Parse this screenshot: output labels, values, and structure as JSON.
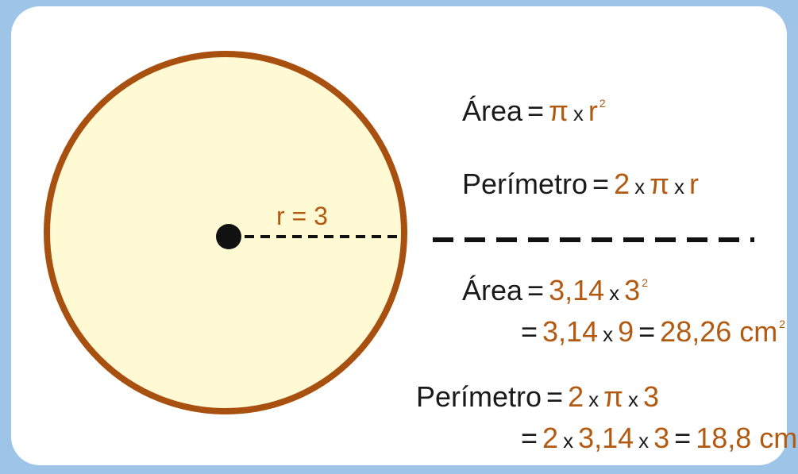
{
  "colors": {
    "background": "#9ec5e8",
    "card": "#ffffff",
    "circle_fill": "#fff9d4",
    "circle_stroke": "#a8500f",
    "accent": "#b35a12",
    "text": "#1a1a1a"
  },
  "radius_label": "r = 3",
  "formulas": {
    "area_formula": {
      "label": "Área",
      "eq": "=",
      "pi": "π",
      "times": "x",
      "r": "r",
      "exp": "2"
    },
    "perimeter_formula": {
      "label": "Perímetro",
      "eq": "=",
      "two": "2",
      "times1": "x",
      "pi": "π",
      "times2": "x",
      "r": "r"
    },
    "area_calc": {
      "label": "Área",
      "eq1": "=",
      "pi_value": "3,14",
      "times1": "x",
      "r_value": "3",
      "exp1": "2",
      "eq2": "=",
      "pi_value2": "3,14",
      "times2": "x",
      "r_squared": "9",
      "eq3": "=",
      "result": "28,26 cm",
      "exp2": "2"
    },
    "perimeter_calc": {
      "label": "Perímetro",
      "eq1": "=",
      "two": "2",
      "times1": "x",
      "pi": "π",
      "times2": "x",
      "r_value": "3",
      "eq2": "=",
      "two2": "2",
      "times3": "x",
      "pi_value": "3,14",
      "times4": "x",
      "r_value2": "3",
      "eq3": "=",
      "result": "18,8 cm"
    }
  }
}
